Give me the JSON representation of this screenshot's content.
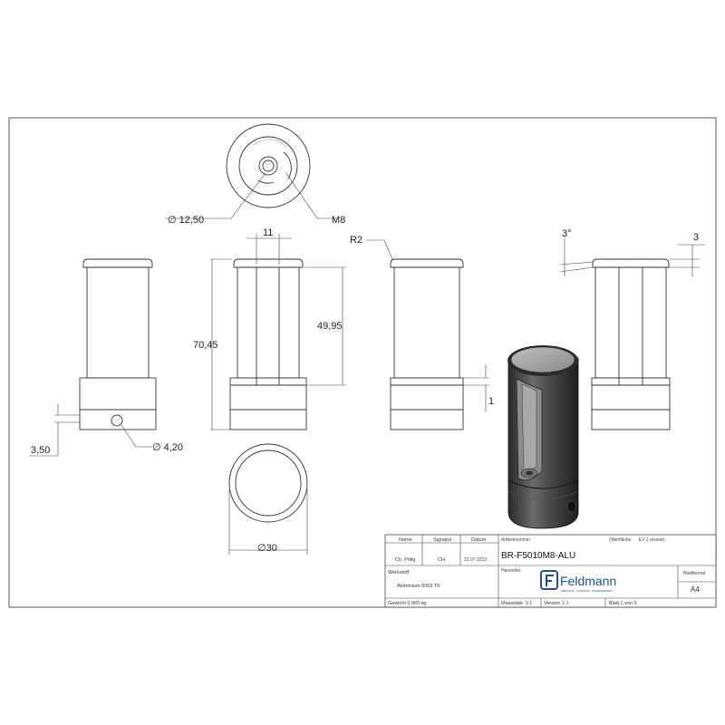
{
  "dimensions": {
    "top_diameter": "∅ 12,50",
    "thread": "M8",
    "width_11": "11",
    "radius": "R2",
    "angle": "3°",
    "chamfer": "3",
    "height_total": "70,45",
    "height_slot": "49,95",
    "gap_1": "1",
    "offset": "3,50",
    "hole_diameter": "∅ 4,20",
    "outer_diameter": "∅30"
  },
  "title_block": {
    "col_name": "Name",
    "col_signature": "Signatur",
    "col_date": "Datum",
    "row_name": "Ch. Pölig",
    "row_signature": "CH",
    "row_date": "22.07.2019",
    "article_label": "Artikelnummer",
    "article_number": "BR-F5010M8-ALU",
    "surface_label": "Oberfläche:",
    "surface_value": "EV 1 eloxiert",
    "manufacturer_label": "Hersteller",
    "material_label": "Werkstoff:",
    "material_value": "Aluminium 6063 T6",
    "logo_name": "Feldmann",
    "logo_tagline": "EDELSTAHL · ALUMINIUM · SCHMIEDEARBEIT",
    "format_label": "Blattformat",
    "format_value": "A4",
    "weight": "Gewicht 0,065 kg",
    "scale": "Massstab: 1:1",
    "version": "Version 1.1",
    "sheet": "Blatt 1 von 5"
  },
  "colors": {
    "line": "#333333",
    "part_dark": "#3a3a3a",
    "logo_blue": "#1d4f9a"
  }
}
